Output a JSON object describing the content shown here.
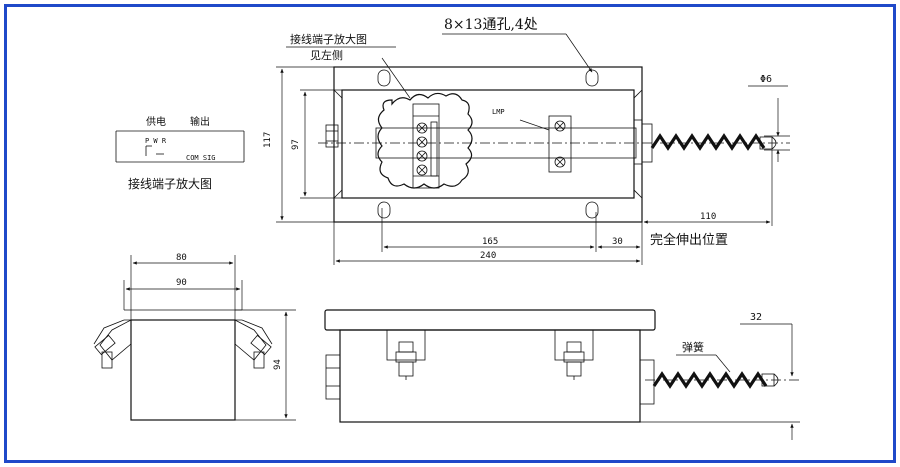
{
  "labels": {
    "holes_note": "8×13通孔,4处",
    "terminal_detail_title_1": "接线端子放大图",
    "terminal_detail_title_2": "见左侧",
    "side_terminal_title": "接线端子放大图",
    "supply_label": "供电",
    "output_label": "输出",
    "pwr_label": "P W R",
    "com_sig_label": "COM SIG",
    "lmp_label": "LMP",
    "phi6_label": "Φ6",
    "dim_110": "110",
    "dim_165": "165",
    "dim_30": "30",
    "dim_240": "240",
    "dim_117": "117",
    "dim_97": "97",
    "full_extension_label": "完全伸出位置",
    "dim_80": "80",
    "dim_90": "90",
    "dim_94": "94",
    "dim_32": "32",
    "spring_label": "弹簧"
  },
  "colors": {
    "frame_border": "#1f49c9",
    "line": "#111111",
    "background": "#ffffff"
  }
}
